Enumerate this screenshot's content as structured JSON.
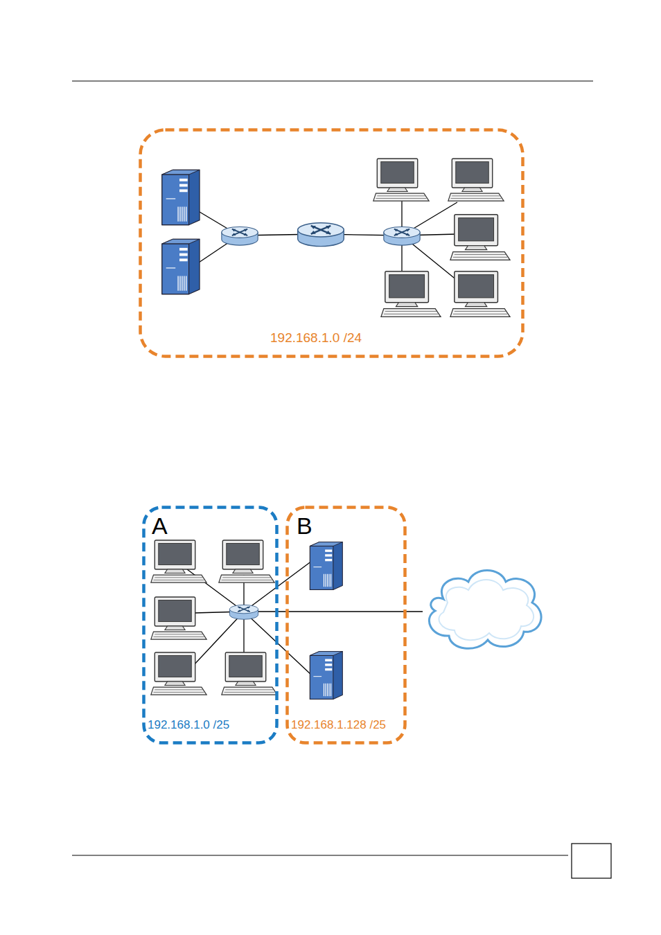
{
  "diagram": {
    "nodes": [
      {
        "text": [
          "192.168.1.0 /24"
        ]
      },
      {
        "text": [
          "A",
          "192.168.1.0 /25"
        ]
      },
      {
        "text": [
          "B",
          "192.168.1.128 /25"
        ]
      }
    ]
  }
}
